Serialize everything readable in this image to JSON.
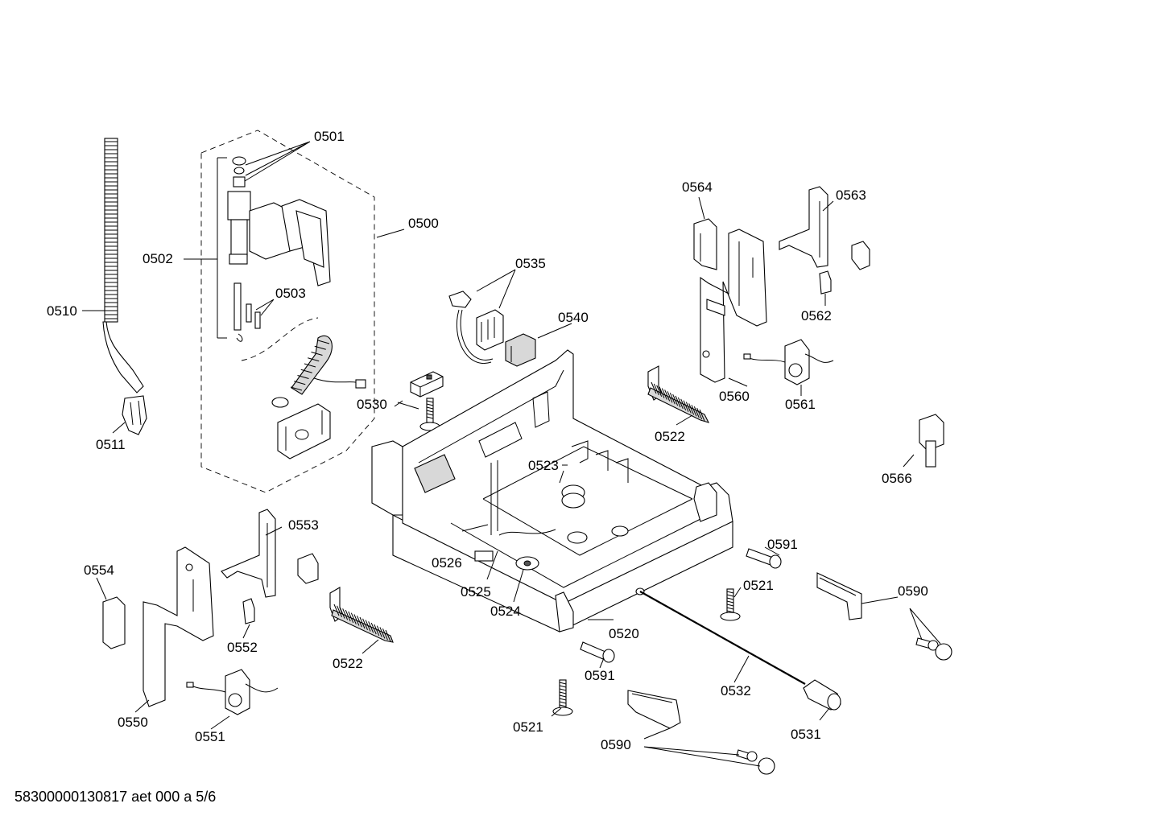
{
  "diagram": {
    "footer": "58300000130817 aet 000 a 5/6",
    "labels": {
      "p0500": "0500",
      "p0501": "0501",
      "p0502": "0502",
      "p0503": "0503",
      "p0510": "0510",
      "p0511": "0511",
      "p0520": "0520",
      "p0521a": "0521",
      "p0521b": "0521",
      "p0522a": "0522",
      "p0522b": "0522",
      "p0523": "0523",
      "p0524": "0524",
      "p0525": "0525",
      "p0526": "0526",
      "p0530": "0530",
      "p0531": "0531",
      "p0532": "0532",
      "p0535": "0535",
      "p0540": "0540",
      "p0550": "0550",
      "p0551": "0551",
      "p0552": "0552",
      "p0553": "0553",
      "p0554": "0554",
      "p0560": "0560",
      "p0561": "0561",
      "p0562": "0562",
      "p0563": "0563",
      "p0564": "0564",
      "p0566": "0566",
      "p0590a": "0590",
      "p0590b": "0590",
      "p0591a": "0591",
      "p0591b": "0591"
    }
  }
}
